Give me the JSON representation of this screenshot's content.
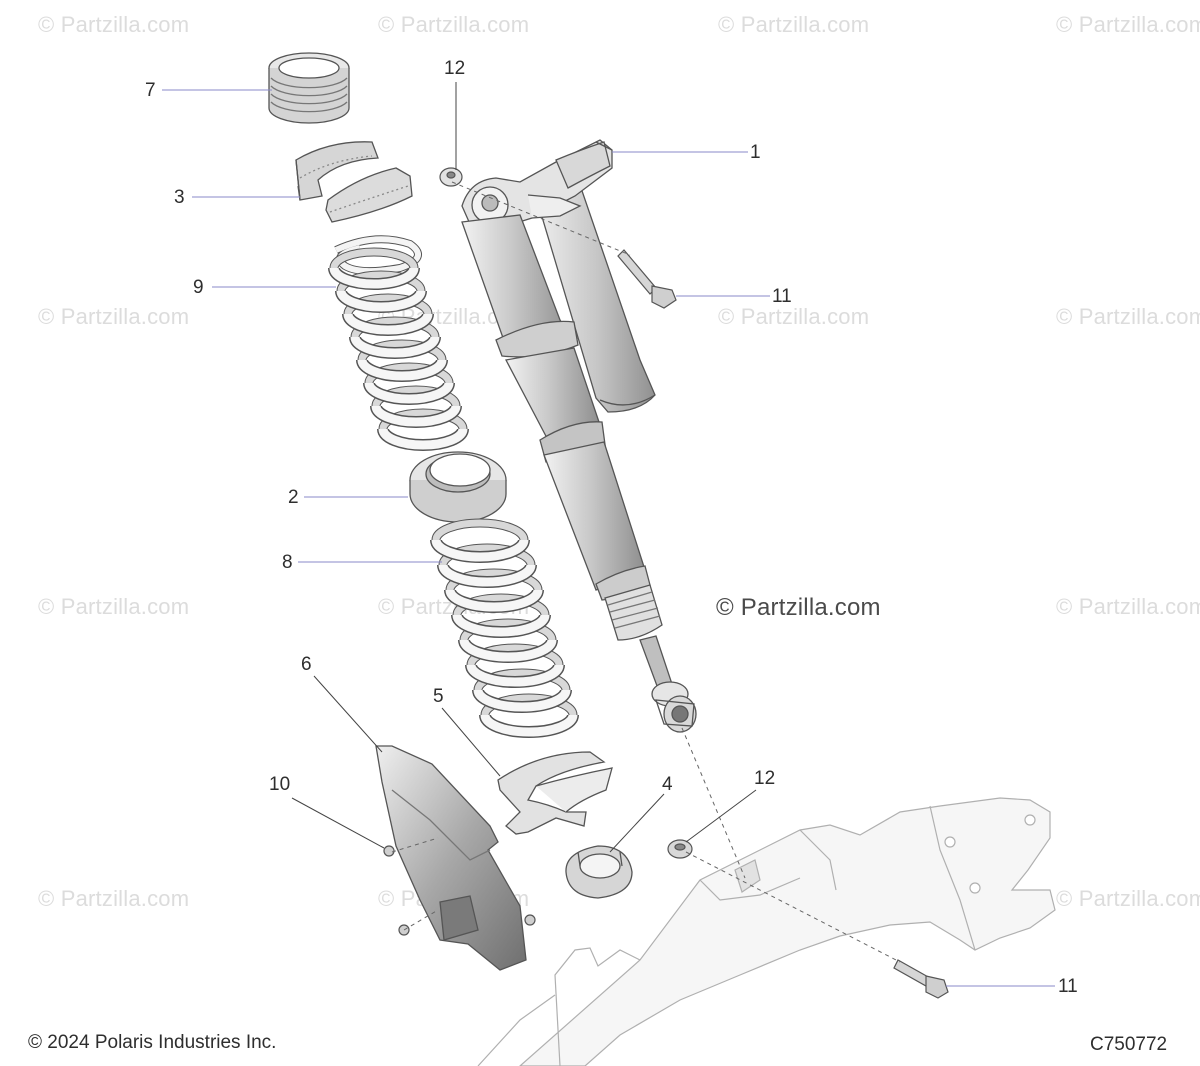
{
  "watermark": {
    "text": "© Partzilla.com",
    "center_text": "© Partzilla.com"
  },
  "callouts": {
    "c1": "1",
    "c2": "2",
    "c3": "3",
    "c4": "4",
    "c5": "5",
    "c6": "6",
    "c7": "7",
    "c8": "8",
    "c9": "9",
    "c10": "10",
    "c11a": "11",
    "c11b": "11",
    "c12a": "12",
    "c12b": "12"
  },
  "footer": {
    "copyright": "© 2024 Polaris Industries Inc.",
    "diagram_code": "C750772"
  },
  "colors": {
    "line": "#555555",
    "leader": "#8a8ac8",
    "shade": "#9a9a9a",
    "light": "#eaeaea",
    "mid": "#c8c8c8"
  }
}
